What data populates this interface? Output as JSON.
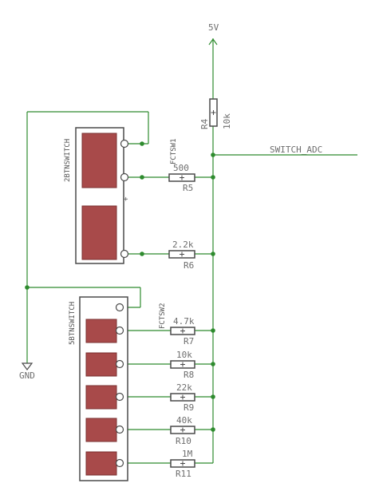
{
  "supply": {
    "label": "5V"
  },
  "ground": {
    "label": "GND"
  },
  "net": {
    "label": "SWITCH_ADC"
  },
  "switches": [
    {
      "name": "2BTNSWITCH",
      "ref": "FCTSW1"
    },
    {
      "name": "5BTNSWITCH",
      "ref": "FCTSW2"
    }
  ],
  "plus_mark": "+",
  "resistors": [
    {
      "ref": "R4",
      "value": "10k"
    },
    {
      "ref": "R5",
      "value": "500"
    },
    {
      "ref": "R6",
      "value": "2.2k"
    },
    {
      "ref": "R7",
      "value": "4.7k"
    },
    {
      "ref": "R8",
      "value": "10k"
    },
    {
      "ref": "R9",
      "value": "22k"
    },
    {
      "ref": "R10",
      "value": "40k"
    },
    {
      "ref": "R11",
      "value": "1M"
    }
  ]
}
